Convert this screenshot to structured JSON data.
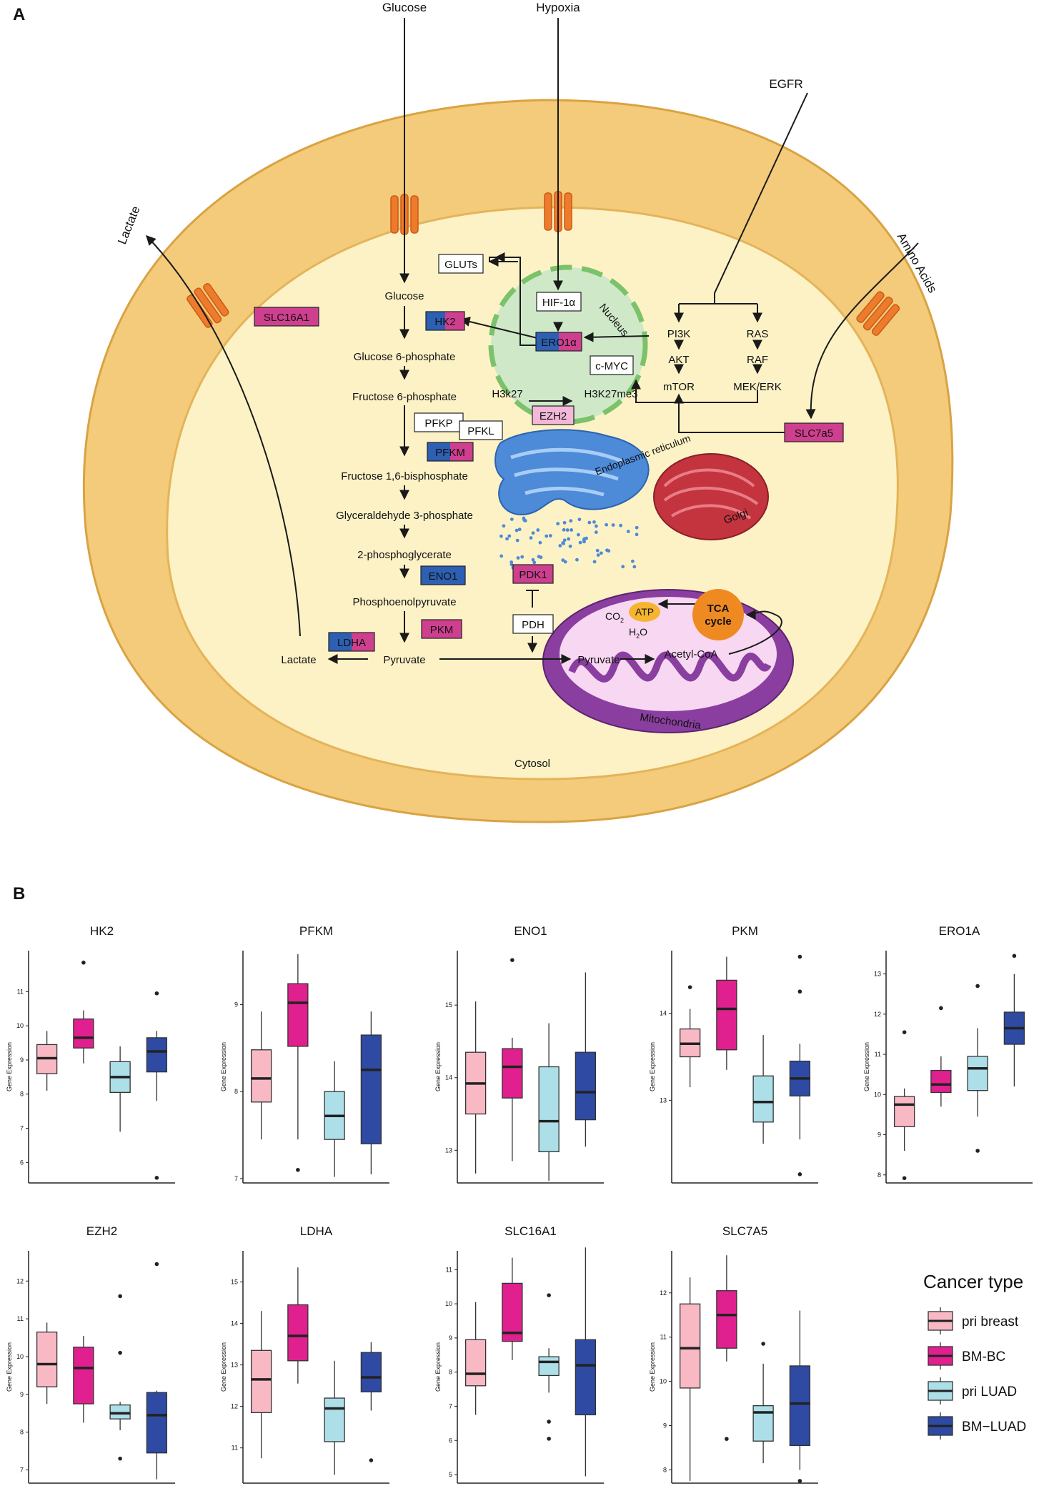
{
  "panel_a": {
    "label": "A",
    "inputs": {
      "glucose": "Glucose",
      "hypoxia": "Hypoxia",
      "egfr": "EGFR",
      "amino_acids": "Amino Acids",
      "lactate_out": "Lactate"
    },
    "glycolysis": [
      "Glucose",
      "Glucose 6-phosphate",
      "Fructose 6-phosphate",
      "Fructose 1,6-bisphosphate",
      "Glyceraldehyde 3-phosphate",
      "2-phosphoglycerate",
      "Phosphoenolpyruvate",
      "Pyruvate"
    ],
    "lactate_in": "Lactate",
    "enzymes": {
      "hk2": "HK2",
      "pfkp": "PFKP",
      "pfkl": "PFKL",
      "pfkm": "PFKM",
      "eno1": "ENO1",
      "pkm": "PKM",
      "ldha": "LDHA",
      "slc16a1": "SLC16A1",
      "slc7a5": "SLC7a5",
      "glut": "GLUTs",
      "pdk1": "PDK1",
      "pdh": "PDH",
      "ezh2": "EZH2"
    },
    "nucleus": {
      "label": "Nucleus",
      "hif": "HIF-1α",
      "ero1a": "ERO1α",
      "cmyc": "c-MYC",
      "h3k27": "H3k27",
      "h3k27me3": "H3K27me3"
    },
    "signaling": {
      "pi3k": "PI3K",
      "akt": "AKT",
      "mtor": "mTOR",
      "ras": "RAS",
      "raf": "RAF",
      "mek": "MEK/ERK"
    },
    "organelles": {
      "er": "Endoplasmic reticulum",
      "golgi": "Golgi",
      "mito": "Mitochondria",
      "cytosol": "Cytosol"
    },
    "mito": {
      "pyruvate": "Pyruvate",
      "acetyl": "Acetyl-CoA",
      "tca": "TCA cycle",
      "atp": "ATP",
      "co2": "CO2",
      "h2o": "H2O"
    },
    "colors": {
      "pri_breast": "#f8b9c5",
      "bm_bc": "#e0208e",
      "pri_luad": "#acdfe8",
      "bm_luad": "#2e4aa3"
    }
  },
  "panel_b": {
    "label": "B",
    "ylabel": "Gene Expression",
    "legend_title": "Cancer type",
    "legend": [
      "pri breast",
      "BM-BC",
      "pri LUAD",
      "BM−LUAD"
    ]
  },
  "chart_data": [
    {
      "type": "box",
      "title": "HK2",
      "ylabel": "Gene Expression",
      "ticks": [
        6,
        7,
        8,
        9,
        10,
        11
      ],
      "ylim": [
        5.4,
        12.2
      ],
      "series": [
        {
          "name": "pri breast",
          "min": 8.1,
          "q1": 8.6,
          "median": 9.05,
          "q3": 9.45,
          "max": 9.85,
          "outliers": []
        },
        {
          "name": "BM-BC",
          "min": 8.9,
          "q1": 9.35,
          "median": 9.65,
          "q3": 10.2,
          "max": 10.45,
          "outliers": [
            11.85
          ]
        },
        {
          "name": "pri LUAD",
          "min": 6.9,
          "q1": 8.05,
          "median": 8.5,
          "q3": 8.95,
          "max": 9.4,
          "outliers": []
        },
        {
          "name": "BM−LUAD",
          "min": 7.8,
          "q1": 8.65,
          "median": 9.25,
          "q3": 9.65,
          "max": 9.85,
          "outliers": [
            10.95,
            5.55
          ]
        }
      ]
    },
    {
      "type": "box",
      "title": "PFKM",
      "ylabel": "Gene Expression",
      "ticks": [
        7,
        8,
        9
      ],
      "ylim": [
        6.95,
        9.62
      ],
      "series": [
        {
          "name": "pri breast",
          "min": 7.45,
          "q1": 7.88,
          "median": 8.15,
          "q3": 8.48,
          "max": 8.92,
          "outliers": []
        },
        {
          "name": "BM-BC",
          "min": 7.45,
          "q1": 8.52,
          "median": 9.02,
          "q3": 9.24,
          "max": 9.58,
          "outliers": [
            7.1
          ]
        },
        {
          "name": "pri LUAD",
          "min": 7.02,
          "q1": 7.45,
          "median": 7.72,
          "q3": 8.0,
          "max": 8.35,
          "outliers": []
        },
        {
          "name": "BM−LUAD",
          "min": 7.05,
          "q1": 7.4,
          "median": 8.25,
          "q3": 8.65,
          "max": 8.92,
          "outliers": []
        }
      ]
    },
    {
      "type": "box",
      "title": "ENO1",
      "ylabel": "Gene Expression",
      "ticks": [
        13,
        14,
        15
      ],
      "ylim": [
        12.55,
        15.75
      ],
      "series": [
        {
          "name": "pri breast",
          "min": 12.68,
          "q1": 13.5,
          "median": 13.92,
          "q3": 14.35,
          "max": 15.05,
          "outliers": []
        },
        {
          "name": "BM-BC",
          "min": 12.85,
          "q1": 13.72,
          "median": 14.15,
          "q3": 14.4,
          "max": 14.55,
          "outliers": [
            15.62
          ]
        },
        {
          "name": "pri LUAD",
          "min": 12.58,
          "q1": 12.98,
          "median": 13.4,
          "q3": 14.15,
          "max": 14.75,
          "outliers": []
        },
        {
          "name": "BM−LUAD",
          "min": 13.05,
          "q1": 13.42,
          "median": 13.8,
          "q3": 14.35,
          "max": 15.45,
          "outliers": []
        }
      ]
    },
    {
      "type": "box",
      "title": "PKM",
      "ylabel": "Gene Expression",
      "ticks": [
        13,
        14
      ],
      "ylim": [
        12.05,
        14.72
      ],
      "series": [
        {
          "name": "pri breast",
          "min": 13.15,
          "q1": 13.5,
          "median": 13.65,
          "q3": 13.82,
          "max": 14.05,
          "outliers": [
            14.3
          ]
        },
        {
          "name": "BM-BC",
          "min": 13.35,
          "q1": 13.58,
          "median": 14.05,
          "q3": 14.38,
          "max": 14.65,
          "outliers": []
        },
        {
          "name": "pri LUAD",
          "min": 12.5,
          "q1": 12.75,
          "median": 12.98,
          "q3": 13.28,
          "max": 13.75,
          "outliers": []
        },
        {
          "name": "BM−LUAD",
          "min": 12.55,
          "q1": 13.05,
          "median": 13.25,
          "q3": 13.45,
          "max": 13.65,
          "outliers": [
            14.65,
            14.25,
            12.15
          ]
        }
      ]
    },
    {
      "type": "box",
      "title": "ERO1A",
      "ylabel": "Gene Expression",
      "ticks": [
        8,
        9,
        10,
        11,
        12,
        13
      ],
      "ylim": [
        7.8,
        13.58
      ],
      "series": [
        {
          "name": "pri breast",
          "min": 8.6,
          "q1": 9.2,
          "median": 9.75,
          "q3": 9.95,
          "max": 10.15,
          "outliers": [
            11.55,
            7.92
          ]
        },
        {
          "name": "BM-BC",
          "min": 9.7,
          "q1": 10.05,
          "median": 10.25,
          "q3": 10.6,
          "max": 10.95,
          "outliers": [
            12.15
          ]
        },
        {
          "name": "pri LUAD",
          "min": 9.45,
          "q1": 10.1,
          "median": 10.65,
          "q3": 10.95,
          "max": 11.65,
          "outliers": [
            12.7,
            8.6
          ]
        },
        {
          "name": "BM−LUAD",
          "min": 10.2,
          "q1": 11.25,
          "median": 11.65,
          "q3": 12.05,
          "max": 13.0,
          "outliers": [
            13.45
          ]
        }
      ]
    },
    {
      "type": "box",
      "title": "EZH2",
      "ylabel": "Gene Expression",
      "ticks": [
        7,
        8,
        9,
        10,
        11,
        12
      ],
      "ylim": [
        6.65,
        12.8
      ],
      "series": [
        {
          "name": "pri breast",
          "min": 8.75,
          "q1": 9.2,
          "median": 9.8,
          "q3": 10.65,
          "max": 10.9,
          "outliers": []
        },
        {
          "name": "BM-BC",
          "min": 8.25,
          "q1": 8.75,
          "median": 9.7,
          "q3": 10.25,
          "max": 10.55,
          "outliers": []
        },
        {
          "name": "pri LUAD",
          "min": 8.05,
          "q1": 8.35,
          "median": 8.5,
          "q3": 8.72,
          "max": 8.8,
          "outliers": [
            11.6,
            10.1,
            7.3
          ]
        },
        {
          "name": "BM−LUAD",
          "min": 6.75,
          "q1": 7.45,
          "median": 8.45,
          "q3": 9.05,
          "max": 9.1,
          "outliers": [
            12.45
          ]
        }
      ]
    },
    {
      "type": "box",
      "title": "LDHA",
      "ylabel": "Gene Expression",
      "ticks": [
        11,
        12,
        13,
        14,
        15
      ],
      "ylim": [
        10.15,
        15.75
      ],
      "series": [
        {
          "name": "pri breast",
          "min": 10.75,
          "q1": 11.85,
          "median": 12.65,
          "q3": 13.35,
          "max": 14.3,
          "outliers": []
        },
        {
          "name": "BM-BC",
          "min": 12.55,
          "q1": 13.1,
          "median": 13.7,
          "q3": 14.45,
          "max": 15.35,
          "outliers": []
        },
        {
          "name": "pri LUAD",
          "min": 10.35,
          "q1": 11.15,
          "median": 11.95,
          "q3": 12.2,
          "max": 13.1,
          "outliers": []
        },
        {
          "name": "BM−LUAD",
          "min": 11.9,
          "q1": 12.35,
          "median": 12.7,
          "q3": 13.3,
          "max": 13.55,
          "outliers": [
            10.7
          ]
        }
      ]
    },
    {
      "type": "box",
      "title": "SLC16A1",
      "ylabel": "Gene Expression",
      "ticks": [
        5,
        6,
        7,
        8,
        9,
        10,
        11
      ],
      "ylim": [
        4.75,
        11.55
      ],
      "series": [
        {
          "name": "pri breast",
          "min": 6.75,
          "q1": 7.6,
          "median": 7.95,
          "q3": 8.95,
          "max": 10.05,
          "outliers": []
        },
        {
          "name": "BM-BC",
          "min": 8.35,
          "q1": 8.9,
          "median": 9.15,
          "q3": 10.6,
          "max": 11.35,
          "outliers": []
        },
        {
          "name": "pri LUAD",
          "min": 7.4,
          "q1": 7.9,
          "median": 8.3,
          "q3": 8.45,
          "max": 8.7,
          "outliers": [
            10.25,
            6.55,
            6.05
          ]
        },
        {
          "name": "BM−LUAD",
          "min": 4.95,
          "q1": 6.75,
          "median": 8.2,
          "q3": 8.95,
          "max": 11.65,
          "outliers": []
        }
      ]
    },
    {
      "type": "box",
      "title": "SLC7A5",
      "ylabel": "Gene Expression",
      "ticks": [
        8,
        9,
        10,
        11,
        12
      ],
      "ylim": [
        7.7,
        12.95
      ],
      "series": [
        {
          "name": "pri breast",
          "min": 7.75,
          "q1": 9.85,
          "median": 10.75,
          "q3": 11.75,
          "max": 12.35,
          "outliers": []
        },
        {
          "name": "BM-BC",
          "min": 10.45,
          "q1": 10.75,
          "median": 11.5,
          "q3": 12.05,
          "max": 12.85,
          "outliers": [
            8.7
          ]
        },
        {
          "name": "pri LUAD",
          "min": 8.15,
          "q1": 8.65,
          "median": 9.3,
          "q3": 9.45,
          "max": 10.4,
          "outliers": [
            10.85
          ]
        },
        {
          "name": "BM−LUAD",
          "min": 8.0,
          "q1": 8.55,
          "median": 9.5,
          "q3": 10.35,
          "max": 11.6,
          "outliers": [
            7.75
          ]
        }
      ]
    }
  ]
}
